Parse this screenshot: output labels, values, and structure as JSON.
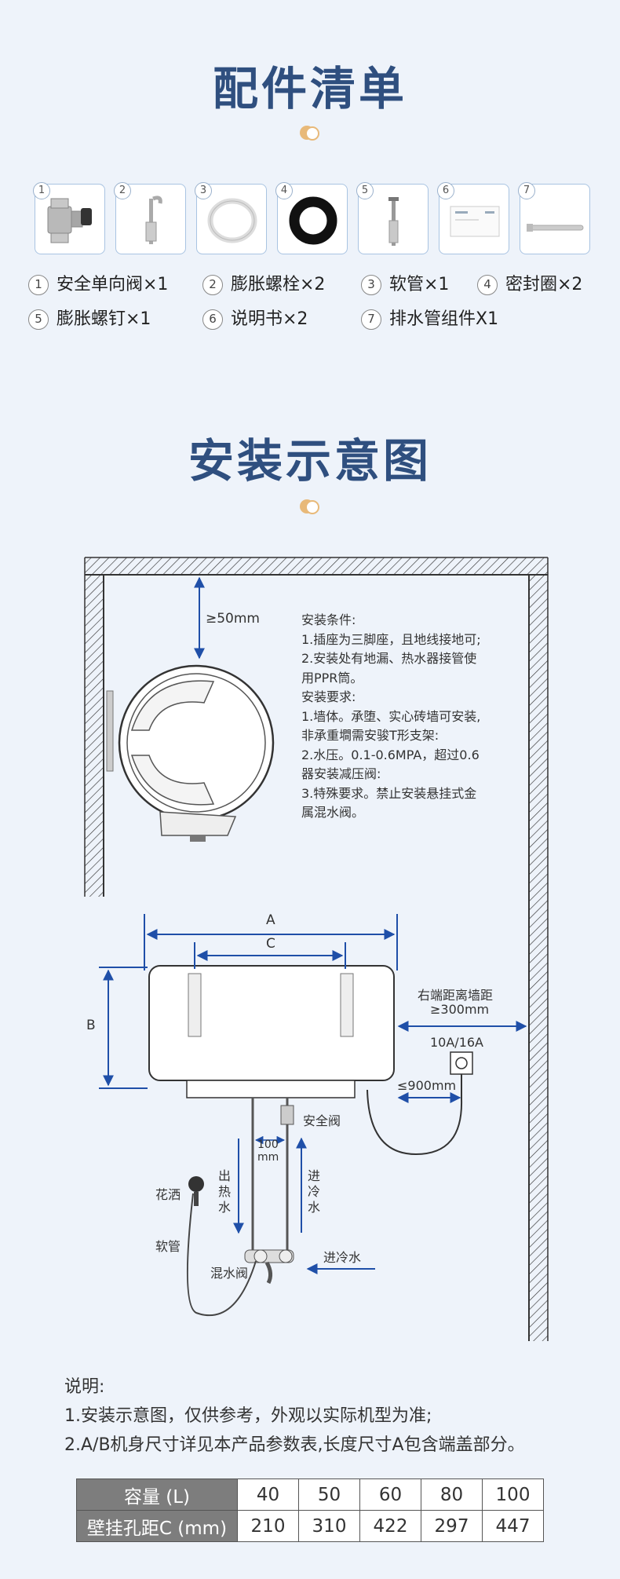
{
  "accessories": {
    "title": "配件清单",
    "cards": [
      {
        "num": "1",
        "icon": "safety-valve-icon"
      },
      {
        "num": "2",
        "icon": "expansion-bolt-icon"
      },
      {
        "num": "3",
        "icon": "hose-icon"
      },
      {
        "num": "4",
        "icon": "seal-ring-icon"
      },
      {
        "num": "5",
        "icon": "expansion-screw-icon"
      },
      {
        "num": "6",
        "icon": "manual-icon"
      },
      {
        "num": "7",
        "icon": "drain-pipe-icon"
      }
    ],
    "items": [
      {
        "num": "1",
        "label": "安全单向阀×1"
      },
      {
        "num": "2",
        "label": "膨胀螺栓×2"
      },
      {
        "num": "3",
        "label": "软管×1"
      },
      {
        "num": "4",
        "label": "密封圈×2"
      },
      {
        "num": "5",
        "label": "膨胀螺钉×1"
      },
      {
        "num": "6",
        "label": "说明书×2"
      },
      {
        "num": "7",
        "label": "排水管组件X1"
      }
    ]
  },
  "installation": {
    "title": "安装示意图",
    "conditions": [
      "安装条件:",
      "1.插座为三脚座，且地线接地可;",
      "2.安装处有地漏、热水器接管使",
      "用PPR筒。",
      "安装要求:",
      "1.墙体。承堕、实心砖墙可安装,",
      "非承重墹需安骏T形支架:",
      "2.水压。0.1-0.6MPA，超过0.6",
      "器安装减压阀:",
      "3.特殊要求。禁止安装悬挂式金",
      "属混水阀。"
    ],
    "labels": {
      "top_gap": "≥50mm",
      "dim_a": "A",
      "dim_b": "B",
      "dim_c": "C",
      "side_gap_1": "右端距离墙距",
      "side_gap_2": "≥300mm",
      "socket": "10A/16A",
      "socket_gap": "≤900mm",
      "safety_valve": "安全阀",
      "gap_100": "100",
      "gap_mm": "mm",
      "hot_out_1": "出",
      "hot_out_2": "热",
      "hot_out_3": "水",
      "cold_in_1": "进",
      "cold_in_2": "冷",
      "cold_in_3": "水",
      "shower": "花洒",
      "hose": "软管",
      "mixer": "混水阀",
      "cold_inlet": "进冷水"
    }
  },
  "notes": {
    "heading": "说明:",
    "lines": [
      "1.安装示意图，仅供参考，外观以实际机型为准;",
      "2.A/B机身尺寸详见本产品参数表,长度尺寸A包含端盖部分。"
    ]
  },
  "spec_table": {
    "row1_header": "容量 (L)",
    "row1": [
      "40",
      "50",
      "60",
      "80",
      "100"
    ],
    "row2_header": "壁挂孔距C (mm)",
    "row2": [
      "210",
      "310",
      "422",
      "297",
      "447"
    ]
  },
  "colors": {
    "title": "#2f4f7f",
    "dimension_blue": "#1f4fa8",
    "dot": "#e8b979"
  }
}
